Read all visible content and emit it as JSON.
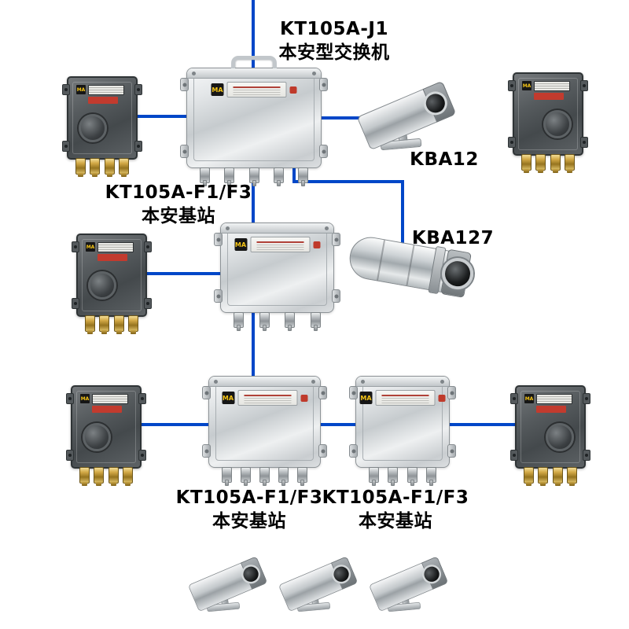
{
  "colors": {
    "line": "#0047c8"
  },
  "badges": {
    "ma": "MA"
  },
  "labels": {
    "switch": {
      "model": "KT105A-J1",
      "type": "本安型交换机"
    },
    "camera_kba12": "KBA12",
    "camera_kba127": "KBA127",
    "base_mid": {
      "model": "KT105A-F1/F3",
      "type": "本安基站"
    },
    "base_bottom_left": {
      "model": "KT105A-F1/F3",
      "type": "本安基站"
    },
    "base_bottom_right": {
      "model": "KT105A-F1/F3",
      "type": "本安基站"
    }
  }
}
